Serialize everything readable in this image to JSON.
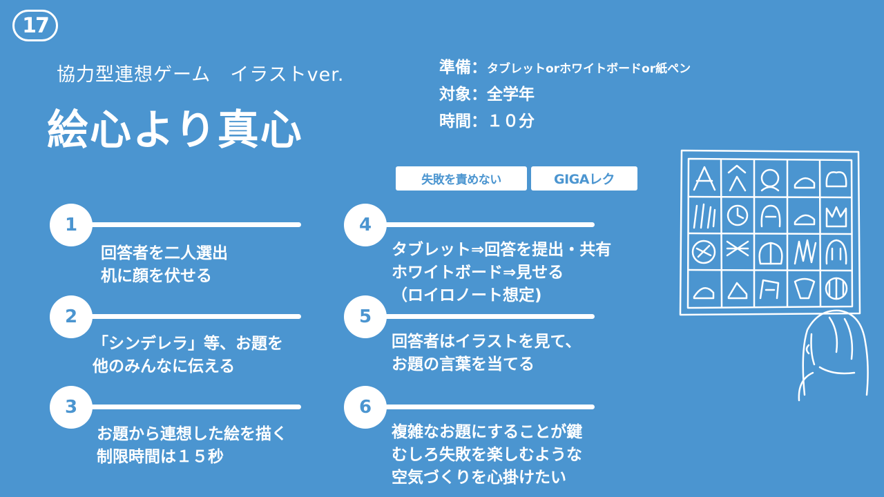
{
  "slide_number": "17",
  "subtitle": "協力型連想ゲーム　イラストver.",
  "title": "絵心より真心",
  "info": {
    "prep_key": "準備：",
    "prep_value": "タブレットorホワイトボードor紙ペン",
    "target_key": "対象：",
    "target_value": "全学年",
    "time_key": "時間：",
    "time_value": "１０分"
  },
  "tags": [
    "失敗を責めない",
    "GIGAレク"
  ],
  "steps": [
    {
      "num": "1",
      "lines": [
        "回答者を二人選出",
        "机に顔を伏せる"
      ]
    },
    {
      "num": "2",
      "lines": [
        "「シンデレラ」等、お題を",
        "他のみんなに伝える"
      ]
    },
    {
      "num": "3",
      "lines": [
        "お題から連想した絵を描く",
        "制限時間は１５秒"
      ]
    },
    {
      "num": "4",
      "lines": [
        "タブレット⇒回答を提出・共有",
        "ホワイトボード⇒見せる",
        "（ロイロノート想定)"
      ]
    },
    {
      "num": "5",
      "lines": [
        "回答者はイラストを見て、",
        "お題の言葉を当てる"
      ]
    },
    {
      "num": "6",
      "lines": [
        "複雑なお題にすることが鍵",
        "むしろ失敗を楽しむような",
        "空気づくりを心掛けたい"
      ]
    }
  ],
  "illustration": {
    "icon": "person-viewing-board-of-drawings-icon"
  }
}
